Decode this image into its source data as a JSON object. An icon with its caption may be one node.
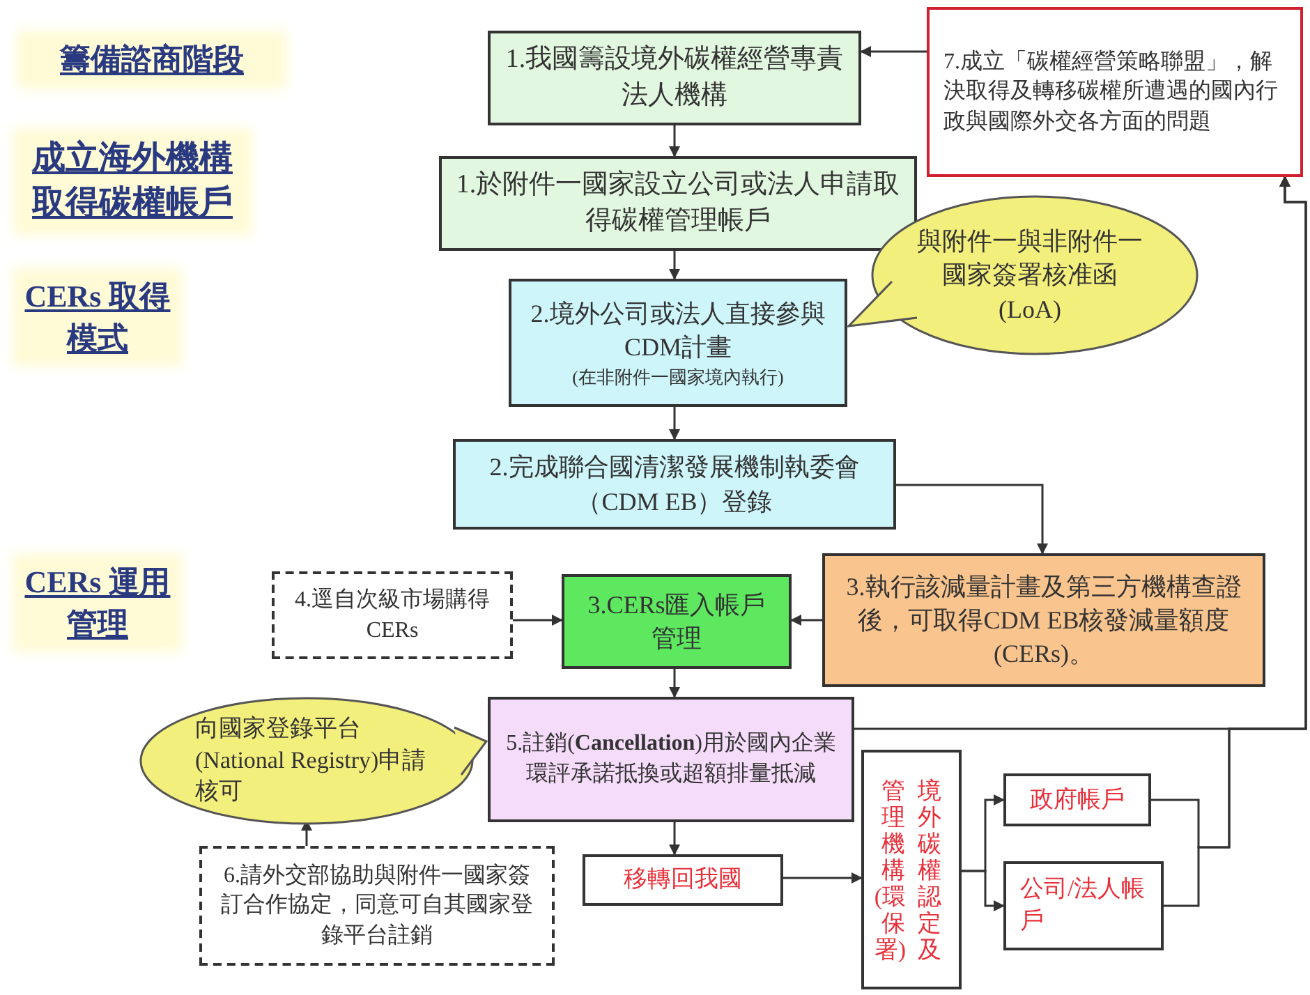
{
  "diagram": {
    "nodes": [
      {
        "text": [
          "1.我國籌設境外碳權經營專責法人機構"
        ]
      },
      {
        "text": [
          "7.成立「碳權經營策略聯盟」，解決取得及轉移碳權所遭遇的國內行政與國際外交各方面的問題"
        ]
      },
      {
        "text": [
          "1.於附件一國家設立公司或法人申請取得碳權管理帳戶"
        ]
      },
      {
        "text": [
          "2.境外公司或法人直接參與CDM計畫",
          "(在非附件一國家境內執行)"
        ]
      },
      {
        "text": [
          "與附件一與非附件一國家簽署核准函(LoA)"
        ]
      },
      {
        "text": [
          "2.完成聯合國清潔發展機制執委會（CDM EB）登錄"
        ]
      },
      {
        "text": [
          "3.執行該減量計畫及第三方機構查證後，可取得CDM EB核發減量額度(CERs)。"
        ]
      },
      {
        "text": [
          "4.逕自次級市場購得CERs"
        ]
      },
      {
        "text": [
          "3.CERs匯入帳戶管理"
        ]
      },
      {
        "text": [
          "向國家登錄平台(National Registry)申請核可"
        ]
      },
      {
        "text": [
          "5.註銷(**Cancellation**)用於國內企業環評承諾抵換或超額排量抵減"
        ]
      },
      {
        "text": [
          "6.請外交部協助與附件一國家簽訂合作協定，同意可自其國家登錄平台註銷"
        ]
      },
      {
        "text": [
          "移轉回我國"
        ]
      },
      {
        "text": [
          "境外碳權認定及管理機構(環保署)"
        ]
      },
      {
        "text": [
          "政府帳戶"
        ]
      },
      {
        "text": [
          "公司/法人帳戶"
        ]
      }
    ],
    "edges": [
      {
        "from": 1,
        "to": 0,
        "arrow": "to"
      },
      {
        "from": 0,
        "to": 2,
        "arrow": "to"
      },
      {
        "from": 2,
        "to": 3,
        "arrow": "to"
      },
      {
        "from": 3,
        "to": 5,
        "arrow": "to"
      },
      {
        "from": 5,
        "to": 6,
        "arrow": "to"
      },
      {
        "from": 6,
        "to": 8,
        "arrow": "to"
      },
      {
        "from": 7,
        "to": 8,
        "arrow": "to"
      },
      {
        "from": 8,
        "to": 10,
        "arrow": "to"
      },
      {
        "from": 10,
        "to": 12,
        "arrow": "to"
      },
      {
        "from": 12,
        "to": 13,
        "arrow": "to"
      },
      {
        "from": 13,
        "to": 14,
        "arrow": "to"
      },
      {
        "from": 13,
        "to": 15,
        "arrow": "to"
      },
      {
        "from": 10,
        "to": 1,
        "arrow": "to"
      },
      {
        "from": 14,
        "to": 1,
        "arrow": "to"
      },
      {
        "from": 15,
        "to": 1,
        "arrow": "to"
      },
      {
        "from": 11,
        "to": 9,
        "arrow": "to"
      }
    ],
    "labels": [
      "籌備諮商階段",
      "成立海外機構取得碳權帳戶",
      "CERs 取得模式",
      "CERs 運用管理"
    ]
  }
}
